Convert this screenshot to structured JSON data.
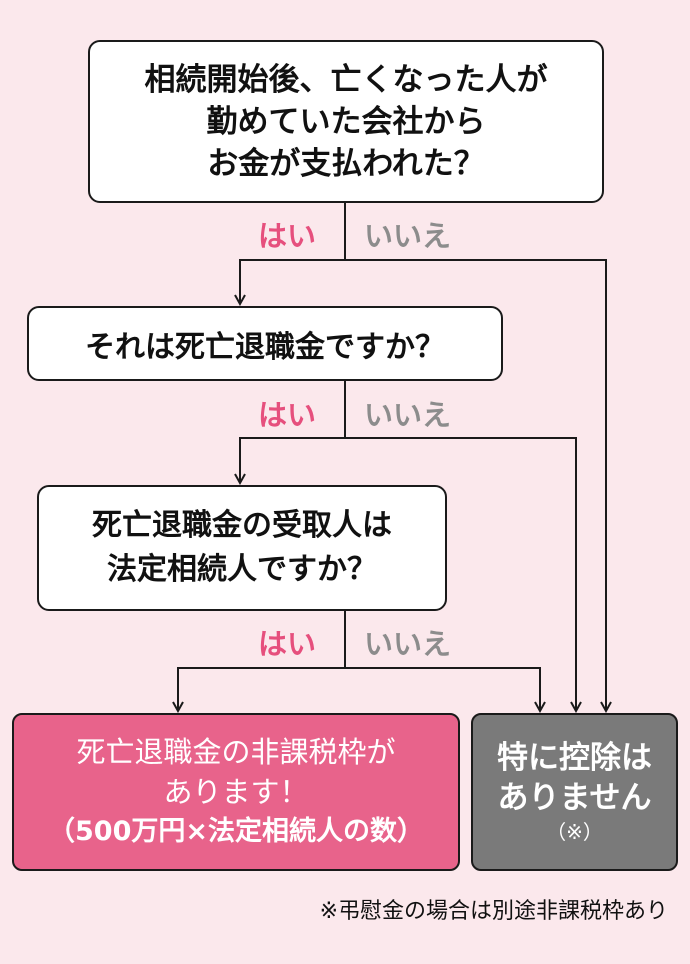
{
  "colors": {
    "background": "#fbe8ec",
    "yes_label": "#e64f7d",
    "no_label": "#8c8c8c",
    "line": "#1a1a1a",
    "result_yes_fill": "#e8638b",
    "result_no_fill": "#7a7a7a"
  },
  "questions": {
    "q1": {
      "line1": "相続開始後、亡くなった人が",
      "line2": "勤めていた会社から",
      "line3": "お金が支払われた？"
    },
    "q2": {
      "line1": "それは死亡退職金ですか？"
    },
    "q3": {
      "line1": "死亡退職金の受取人は",
      "line2": "法定相続人ですか？"
    }
  },
  "branches": {
    "b1": {
      "yes": "はい",
      "no": "いいえ"
    },
    "b2": {
      "yes": "はい",
      "no": "いいえ"
    },
    "b3": {
      "yes": "はい",
      "no": "いいえ"
    }
  },
  "results": {
    "yes": {
      "line1": "死亡退職金の非課税枠が",
      "line2": "あります！",
      "line3": "（500万円×法定相続人の数）"
    },
    "no": {
      "line1": "特に控除は",
      "line2": "ありません",
      "note": "（※）"
    }
  },
  "footnote": "※弔慰金の場合は別途非課税枠あり"
}
